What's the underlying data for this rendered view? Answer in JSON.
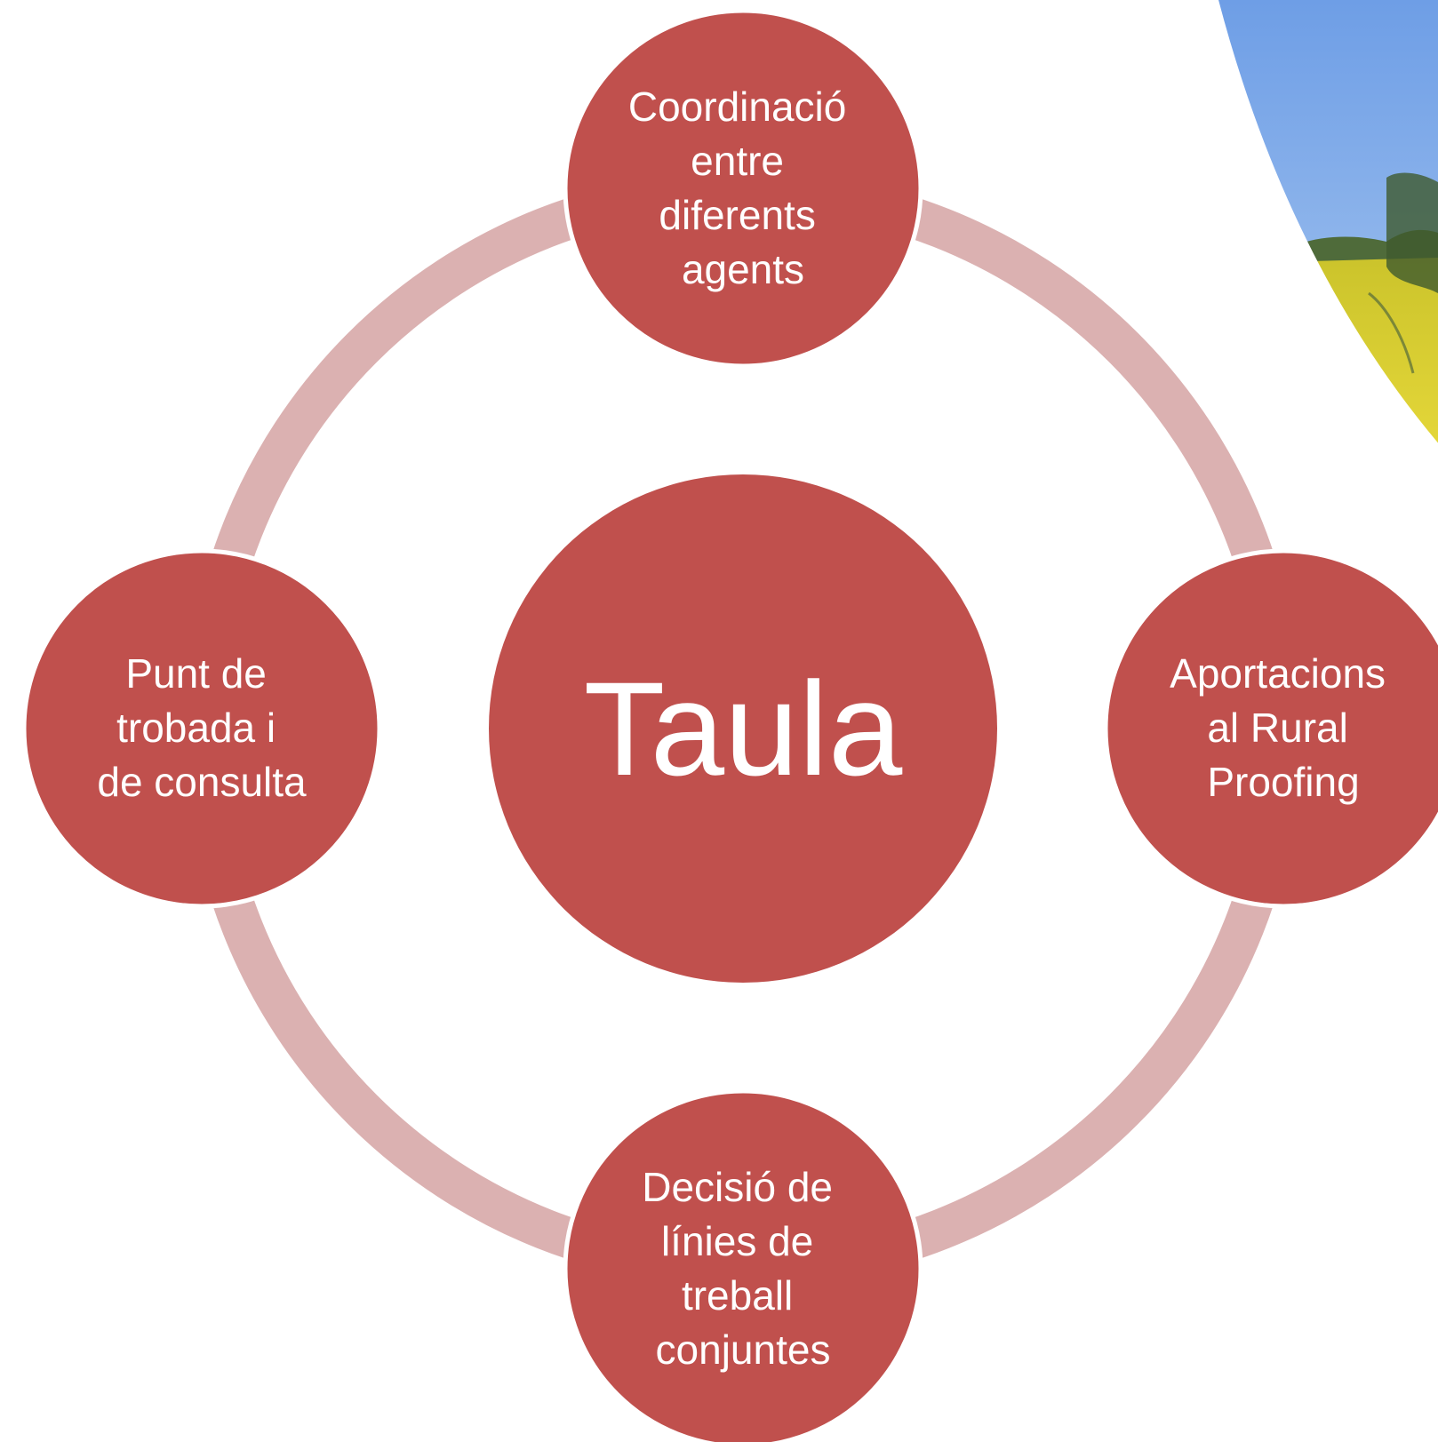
{
  "diagram": {
    "center": {
      "label": "Taula"
    },
    "nodes": [
      {
        "id": "top",
        "lines": [
          "Coordinació",
          "entre",
          "diferents",
          "agents"
        ]
      },
      {
        "id": "right",
        "lines": [
          "Aportacions",
          "al Rural",
          "Proofing"
        ]
      },
      {
        "id": "bottom",
        "lines": [
          "Decisió de",
          "línies de",
          "treball",
          "conjuntes"
        ]
      },
      {
        "id": "left",
        "lines": [
          "Punt de",
          "trobada i",
          "de consulta"
        ]
      }
    ]
  },
  "colors": {
    "node_fill": "#C0504D",
    "ring": "#DBB1B1",
    "node_stroke": "#FFFFFF",
    "text": "#FFFFFF",
    "sky_top": "#6E9EE6",
    "sky_bottom": "#A9C8F0",
    "field": "#D9CF2E",
    "trees": "#4F6B3A"
  },
  "background": {
    "corner_photo": "landscape-photo (blue sky, yellow rapeseed field, trees)"
  }
}
